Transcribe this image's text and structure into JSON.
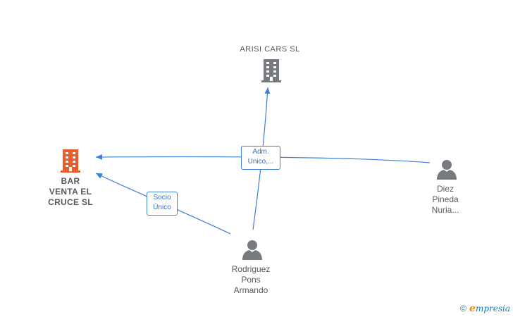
{
  "nodes": {
    "arisi": {
      "label": "ARISI CARS  SL"
    },
    "bar": {
      "line1": "BAR",
      "line2": "VENTA EL",
      "line3": "CRUCE  SL"
    },
    "diez": {
      "line1": "Diez",
      "line2": "Pineda",
      "line3": "Nuria..."
    },
    "rodriguez": {
      "line1": "Rodriguez",
      "line2": "Pons",
      "line3": "Armando"
    }
  },
  "edges": {
    "adm": {
      "line1": "Adm.",
      "line2": "Unico,..."
    },
    "socio": {
      "line1": "Socio",
      "line2": "Único"
    }
  },
  "footer": {
    "copyright": "©",
    "e": "e",
    "brand": "mpresia"
  },
  "colors": {
    "edge": "#3d7fd8",
    "company_main": "#f05a28",
    "company_other": "#777b80",
    "person": "#777b80"
  },
  "icons": {
    "company": "building-icon",
    "person": "person-icon"
  }
}
